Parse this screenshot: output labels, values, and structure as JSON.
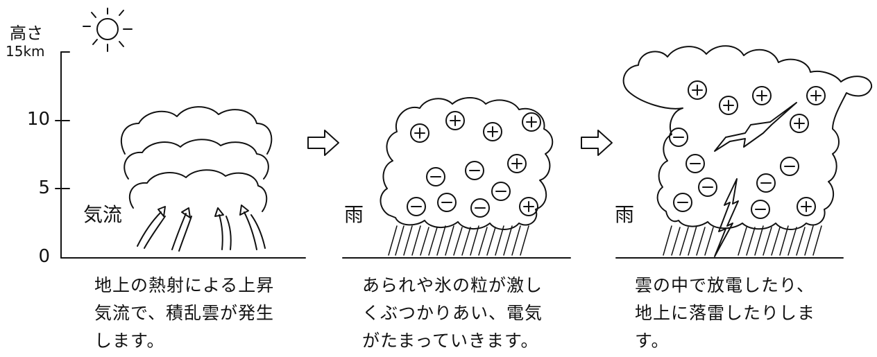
{
  "axis": {
    "title": "高さ",
    "top_label": "15km",
    "ticks": [
      {
        "label": "10",
        "value": 10
      },
      {
        "label": "5",
        "value": 5
      },
      {
        "label": "0",
        "value": 0
      }
    ]
  },
  "stages": [
    {
      "label": "気流",
      "caption": [
        "地上の熱射による上昇",
        "気流で、積乱雲が発生",
        "します。"
      ]
    },
    {
      "label": "雨",
      "caption": [
        "あられや氷の粒が激し",
        "くぶつかりあい、電気",
        "がたまっていきます。"
      ]
    },
    {
      "label": "雨",
      "caption": [
        "雲の中で放電したり、",
        "地上に落雷したりしま",
        "す。"
      ]
    }
  ],
  "icons": [
    "sun-icon",
    "arrow-right-icon",
    "lightning-icon",
    "rain-icon",
    "updraft-arrow-icon"
  ]
}
